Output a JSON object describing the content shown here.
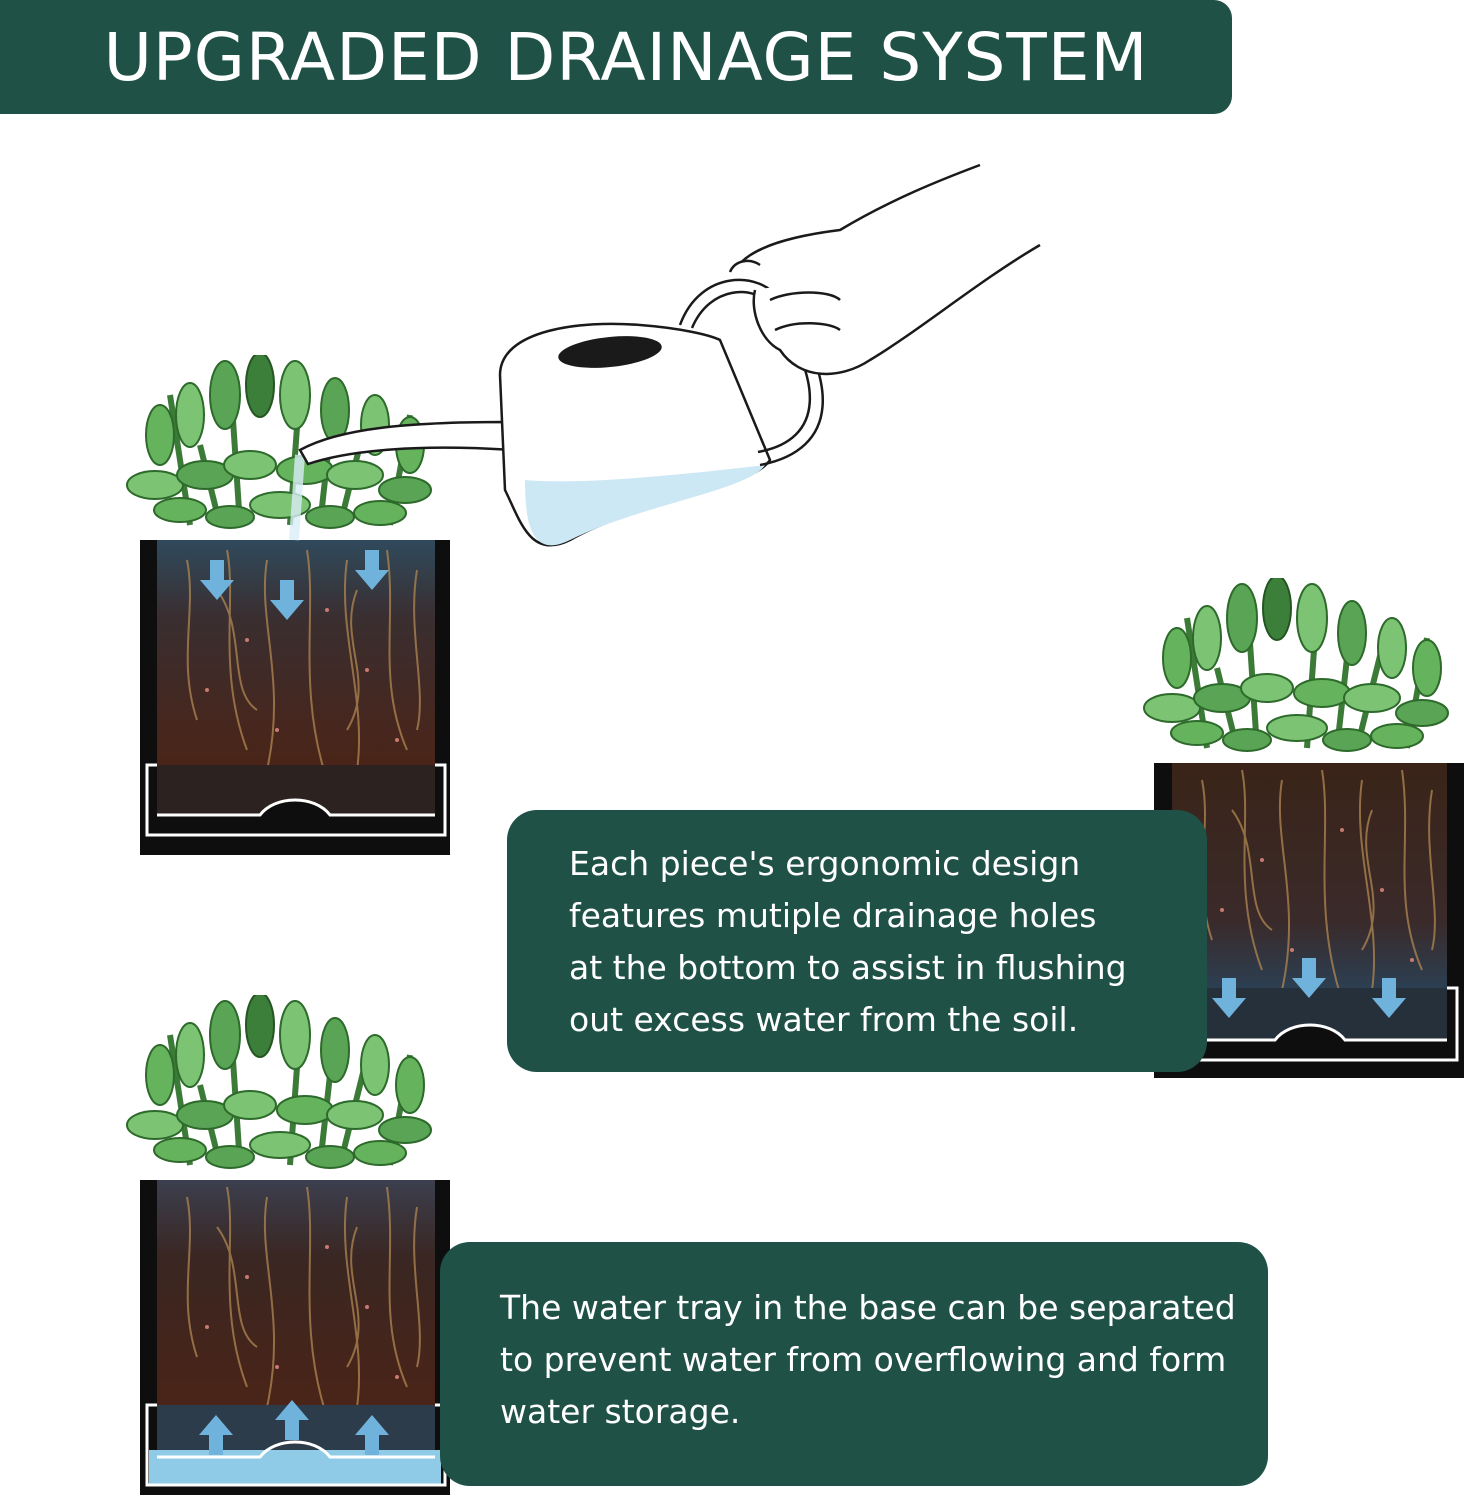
{
  "title": "UPGRADED DRAINAGE SYSTEM",
  "panel_1": {
    "lines": [
      "Each piece's ergonomic design",
      "features mutiple drainage holes",
      "at the bottom to assist in flushing",
      "out excess water from the soil."
    ]
  },
  "panel_2": {
    "lines": [
      "The water tray in the base can be separated",
      "to prevent water from overflowing and form",
      "water storage."
    ]
  },
  "colors": {
    "banner": "#1f5147",
    "leaf": "#5aa455",
    "soil": "#3d2018",
    "water": "#cfe9f5",
    "arrow": "#6fb3dd"
  },
  "icons": [
    "hand-icon",
    "watering-can-icon",
    "plant-pot-icon",
    "water-arrow-icon"
  ]
}
